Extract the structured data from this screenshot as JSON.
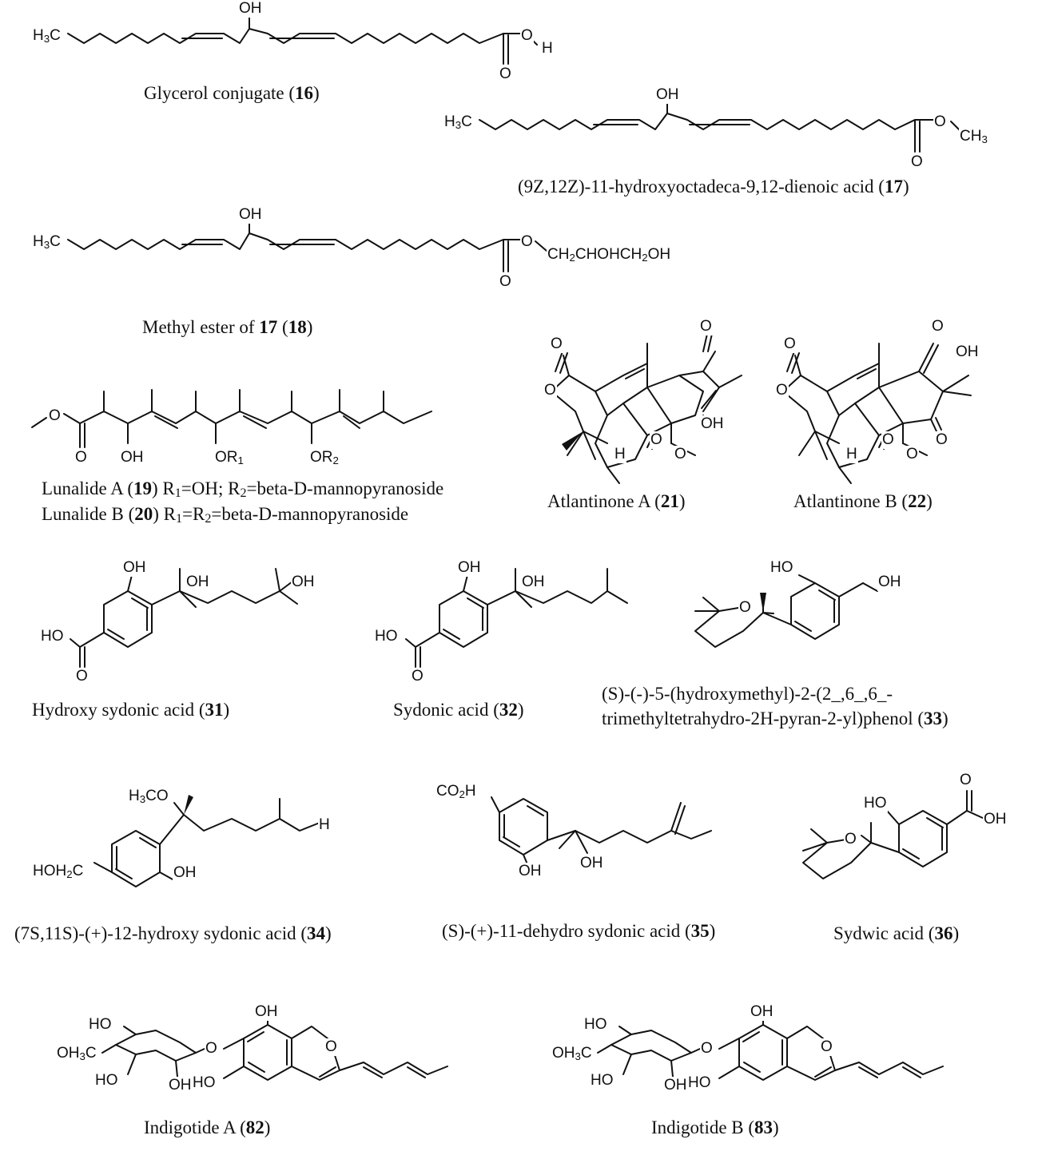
{
  "compounds": [
    {
      "id": "16",
      "name": "Glycerol conjugate (",
      "num": "16",
      "close": ")"
    },
    {
      "id": "17",
      "name": "(9Z,12Z)-11-hydroxyoctadeca-9,12-dienoic acid  (",
      "num": "17",
      "close": ")"
    },
    {
      "id": "18",
      "name": "Methyl ester of  ",
      "ref": "17",
      "mid": " (",
      "num": "18",
      "close": ")"
    },
    {
      "id": "19",
      "name": "Lunalide A (",
      "num": "19",
      "rest": ") R",
      "sub1": "1",
      "rest2": "=OH; R",
      "sub2": "2",
      "rest3": "=beta-D-mannopyranoside"
    },
    {
      "id": "20",
      "name": "Lunalide B (",
      "num": "20",
      "rest": ") R",
      "sub1": "1",
      "rest2": "=R",
      "sub2": "2",
      "rest3": "=beta-D-mannopyranoside"
    },
    {
      "id": "21",
      "name": "Atlantinone A (",
      "num": "21",
      "close": ")"
    },
    {
      "id": "22",
      "name": "Atlantinone B (",
      "num": "22",
      "close": ")"
    },
    {
      "id": "31",
      "name": "Hydroxy sydonic acid (",
      "num": "31",
      "close": ")"
    },
    {
      "id": "32",
      "name": "Sydonic acid (",
      "num": "32",
      "close": ")"
    },
    {
      "id": "33",
      "line1": "(S)-(-)-5-(hydroxymethyl)-2-(2_,6_,6_-",
      "line2": "trimethyltetrahydro-2H-pyran-2-yl)phenol (",
      "num": "33",
      "close": ")"
    },
    {
      "id": "34",
      "name": "(7S,11S)-(+)-12-hydroxy sydonic acid  (",
      "num": "34",
      "close": ")"
    },
    {
      "id": "35",
      "name": "(S)-(+)-11-dehydro sydonic acid   (",
      "num": "35",
      "close": ")"
    },
    {
      "id": "36",
      "name": "Sydwic acid (",
      "num": "36",
      "close": ")"
    },
    {
      "id": "82",
      "name": "Indigotide A (",
      "num": "82",
      "close": ")"
    },
    {
      "id": "83",
      "name": "Indigotide B (",
      "num": "83",
      "close": ")"
    }
  ],
  "atoms": {
    "oh": "OH",
    "o": "O",
    "h": "H",
    "ho": "HO",
    "h3c": "H3C",
    "ch3": "CH3",
    "glycerol": "CH2CHOHCH2OH",
    "or1": "OR1",
    "or2": "OR2",
    "h3co": "H3CO",
    "co2h": "CO2H",
    "hoh2c": "HOH2C",
    "oh3c": "OH3C"
  }
}
